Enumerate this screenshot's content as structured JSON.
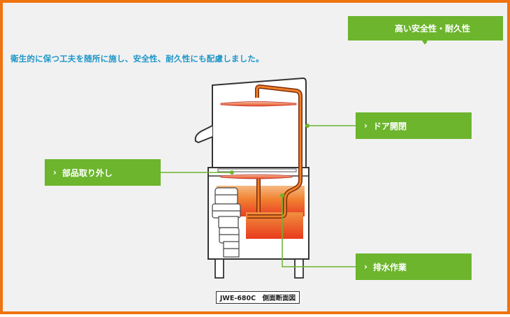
{
  "header": {
    "badge_label": "高い安全性・耐久性"
  },
  "tagline": "衛生的に保つ工夫を随所に施し、安全性、耐久性にも配慮しました。",
  "callouts": {
    "door": "ドア開閉",
    "parts": "部品取り外し",
    "drain": "排水作業"
  },
  "caption": "JWE-680C　側面断面図",
  "colors": {
    "frame_border": "#f0730f",
    "callout_green": "#6cb52d",
    "tagline_blue": "#1e96c8",
    "heat_orange": "#f08020",
    "heat_red": "#e53a1a"
  }
}
